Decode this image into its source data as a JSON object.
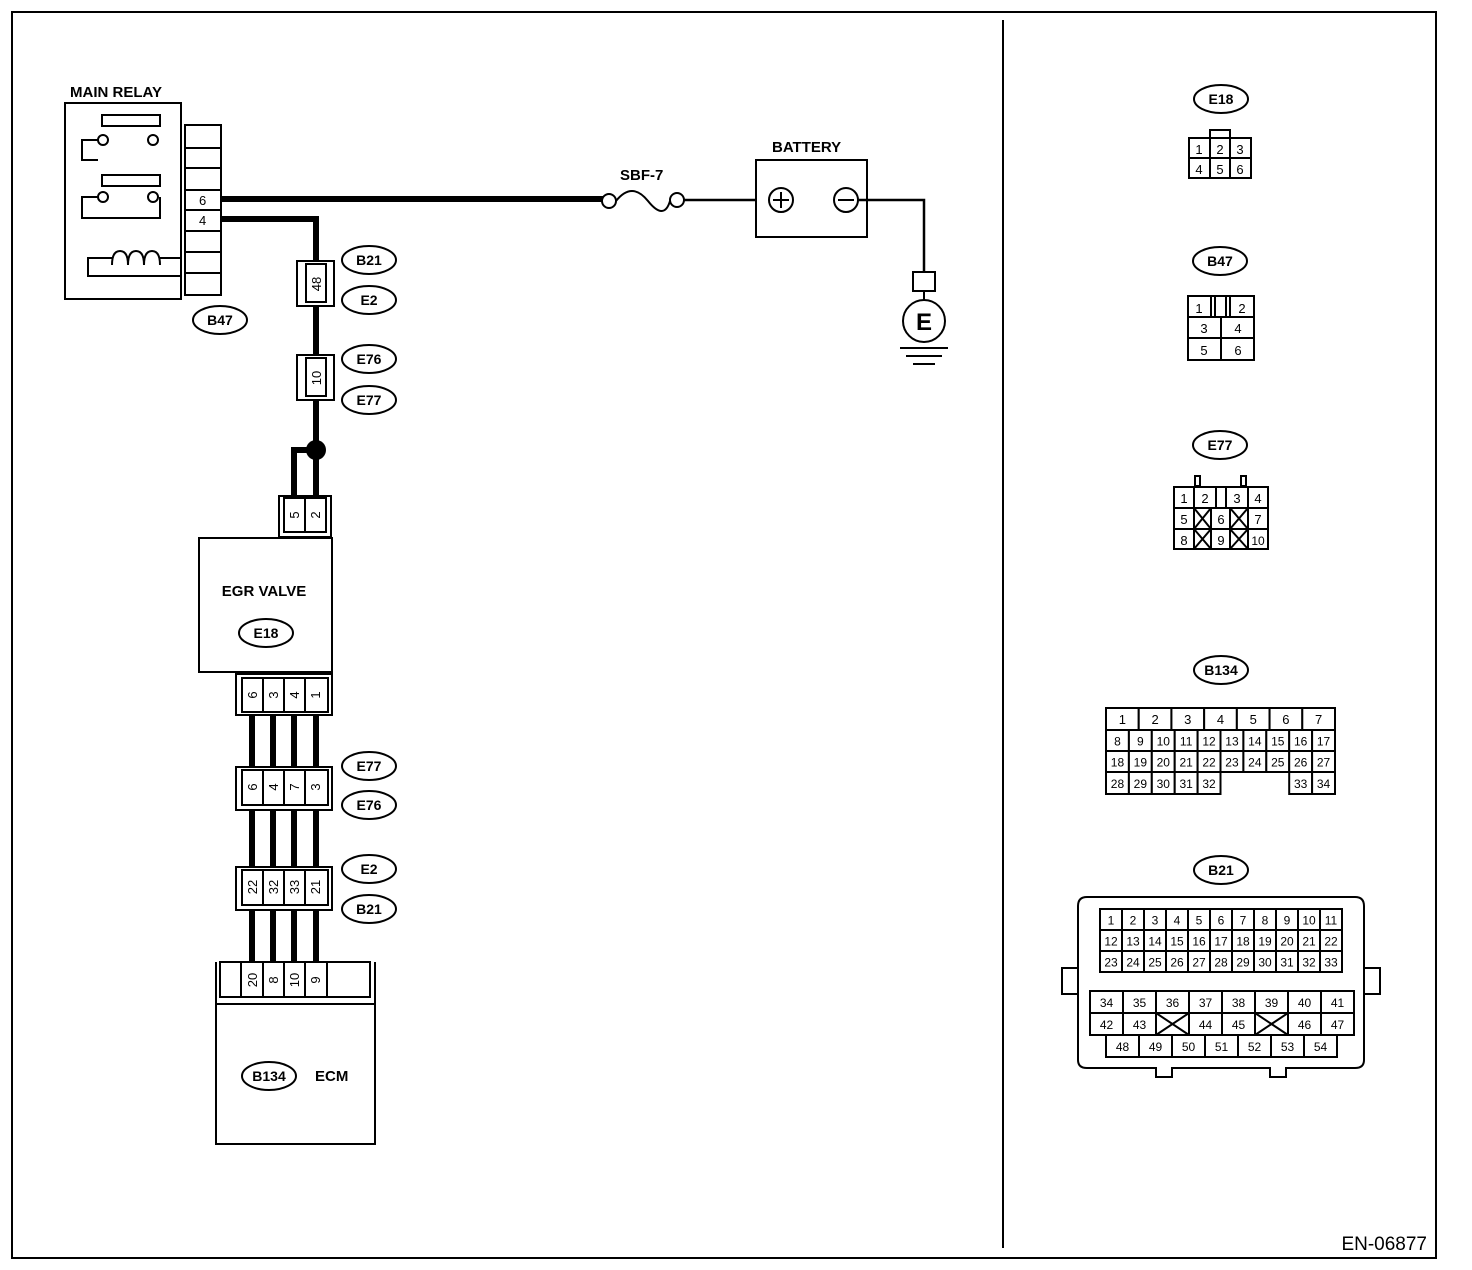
{
  "relay": {
    "title": "MAIN RELAY",
    "pin_6": "6",
    "pin_4": "4",
    "connector": "B47"
  },
  "fuse": {
    "label": "SBF-7"
  },
  "battery": {
    "label": "BATTERY",
    "plus": "⊕",
    "minus": "⊖"
  },
  "ground": {
    "label": "E"
  },
  "joint1": {
    "pin": "48",
    "upper": "B21",
    "lower": "E2"
  },
  "joint2": {
    "pin": "10",
    "upper": "E76",
    "lower": "E77"
  },
  "egr": {
    "title": "EGR VALVE",
    "connector": "E18",
    "top_pins": [
      "5",
      "2"
    ],
    "bottom_pins": [
      "6",
      "3",
      "4",
      "1"
    ]
  },
  "joint3": {
    "pins": [
      "6",
      "4",
      "7",
      "3"
    ],
    "upper": "E77",
    "lower": "E76"
  },
  "joint4": {
    "pins": [
      "22",
      "32",
      "33",
      "21"
    ],
    "upper": "E2",
    "lower": "B21"
  },
  "ecm": {
    "title": "ECM",
    "connector": "B134",
    "pins": [
      "20",
      "8",
      "10",
      "9"
    ]
  },
  "views": {
    "e18": {
      "label": "E18",
      "rows": [
        [
          "1",
          "2",
          "3"
        ],
        [
          "4",
          "5",
          "6"
        ]
      ]
    },
    "b47": {
      "label": "B47",
      "rows": [
        [
          "1",
          "2"
        ],
        [
          "3",
          "4"
        ],
        [
          "5",
          "6"
        ]
      ]
    },
    "e77": {
      "label": "E77",
      "rows": [
        [
          "1",
          "2",
          "",
          "3",
          "4"
        ],
        [
          "5",
          "",
          "6",
          "",
          "7"
        ],
        [
          "8",
          "",
          "9",
          "",
          "10"
        ]
      ]
    },
    "b134": {
      "label": "B134",
      "row1": [
        "1",
        "2",
        "3",
        "4",
        "5",
        "6",
        "7"
      ],
      "row2": [
        "8",
        "9",
        "10",
        "11",
        "12",
        "13",
        "14",
        "15",
        "16",
        "17"
      ],
      "row3": [
        "18",
        "19",
        "20",
        "21",
        "22",
        "23",
        "24",
        "25",
        "26",
        "27"
      ],
      "row4a": [
        "28",
        "29",
        "30",
        "31",
        "32"
      ],
      "row4b": [
        "33",
        "34"
      ]
    },
    "b21": {
      "label": "B21",
      "row1": [
        "1",
        "2",
        "3",
        "4",
        "5",
        "6",
        "7",
        "8",
        "9",
        "10",
        "11"
      ],
      "row2": [
        "12",
        "13",
        "14",
        "15",
        "16",
        "17",
        "18",
        "19",
        "20",
        "21",
        "22"
      ],
      "row3": [
        "23",
        "24",
        "25",
        "26",
        "27",
        "28",
        "29",
        "30",
        "31",
        "32",
        "33"
      ],
      "row4": [
        "34",
        "35",
        "36",
        "37",
        "38",
        "39",
        "40",
        "41"
      ],
      "row5": [
        "42",
        "43",
        "",
        "44",
        "45",
        "",
        "46",
        "47"
      ],
      "row6": [
        "48",
        "49",
        "50",
        "51",
        "52",
        "53",
        "54"
      ]
    }
  },
  "figure_id": "EN-06877"
}
